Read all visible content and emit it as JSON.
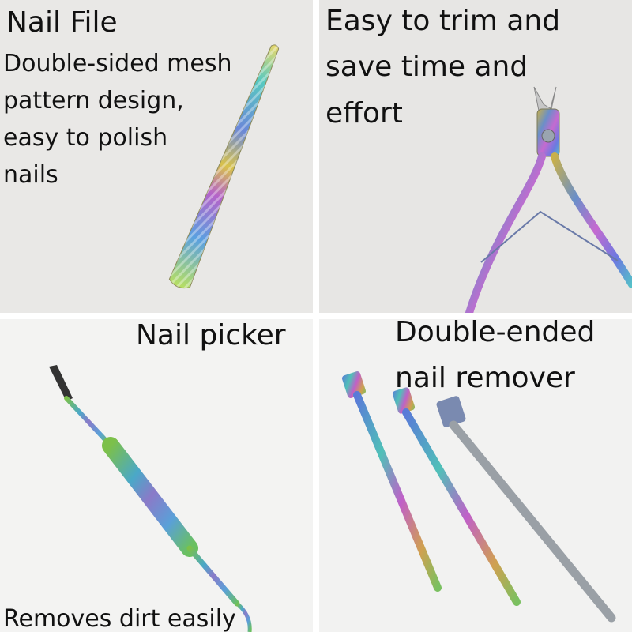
{
  "panels": [
    {
      "id": "nail-file",
      "title": "Nail File",
      "description_lines": [
        "Double-sided mesh",
        "pattern design,",
        "easy to polish",
        "nails"
      ],
      "background": "#e9e8e6"
    },
    {
      "id": "cuticle-nipper",
      "description_lines": [
        "Easy to trim and",
        "save time and",
        "effort"
      ],
      "background": "#e7e6e4"
    },
    {
      "id": "nail-picker",
      "title": "Nail picker",
      "caption": "Removes dirt easily",
      "background": "#f3f3f2"
    },
    {
      "id": "cuticle-pusher",
      "title_lines": [
        "Double-ended",
        "nail remover"
      ],
      "background": "#f2f2f1"
    }
  ],
  "text_color": "#111111",
  "icons": [
    "nail-file-icon",
    "cuticle-nipper-icon",
    "nail-picker-icon",
    "cuticle-pusher-icon"
  ]
}
